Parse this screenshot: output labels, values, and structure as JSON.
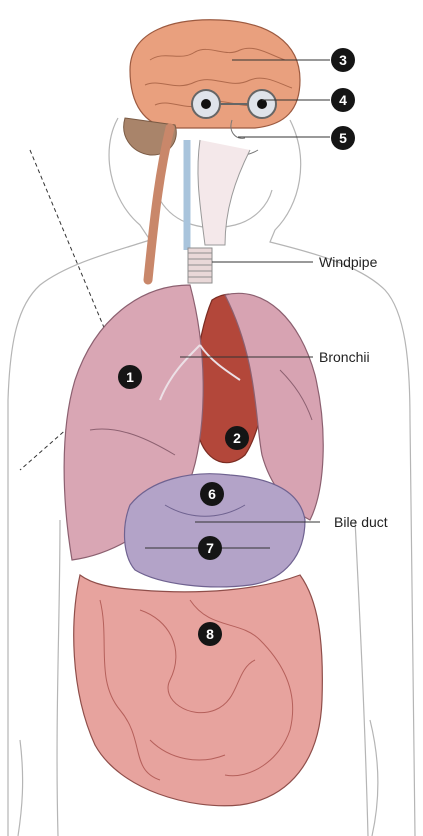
{
  "labels": {
    "windpipe": "Windpipe",
    "bronchii": "Bronchii",
    "bile_duct": "Bile duct"
  },
  "markers": {
    "m1": "1",
    "m2": "2",
    "m3": "3",
    "m4": "4",
    "m5": "5",
    "m6": "6",
    "m7": "7",
    "m8": "8"
  },
  "colors": {
    "brain": "#e9a07e",
    "brain_stem": "#c9876a",
    "lungs": "#d9a6b4",
    "heart": "#b3473a",
    "liver_region": "#b3a3c8",
    "intestine": "#e7a39e",
    "windpipe": "#a9c4dc",
    "body_outline": "#b5b5b5",
    "marker_fill": "#151515"
  }
}
